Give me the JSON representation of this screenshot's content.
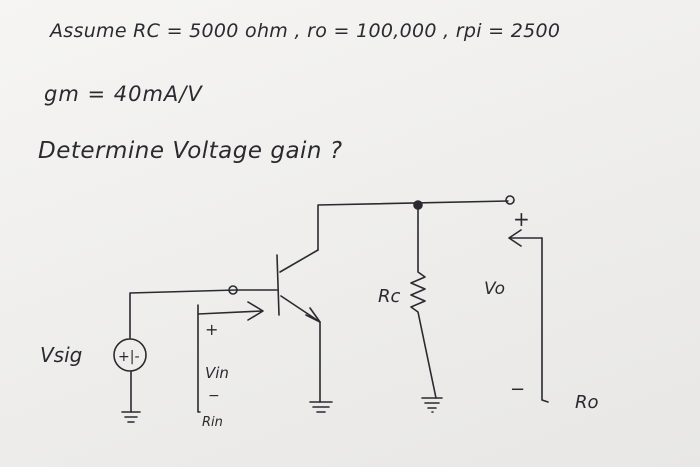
{
  "text": {
    "line1": "Assume RC = 5000 ohm , ro = 100,000 , rpi = 2500",
    "line2": "gm = 40mA/V",
    "line3": "Determine Voltage gain ?"
  },
  "circuit": {
    "label_vsig": "Vsig",
    "label_source_polarity": "+|-",
    "label_vin": "Vin",
    "label_vin_plus": "+",
    "label_vin_minus": "−",
    "label_rin": "Rin",
    "label_rc": "Rc",
    "label_vo": "Vo",
    "label_vo_plus": "+",
    "label_vo_minus": "−",
    "label_ro": "Ro"
  }
}
